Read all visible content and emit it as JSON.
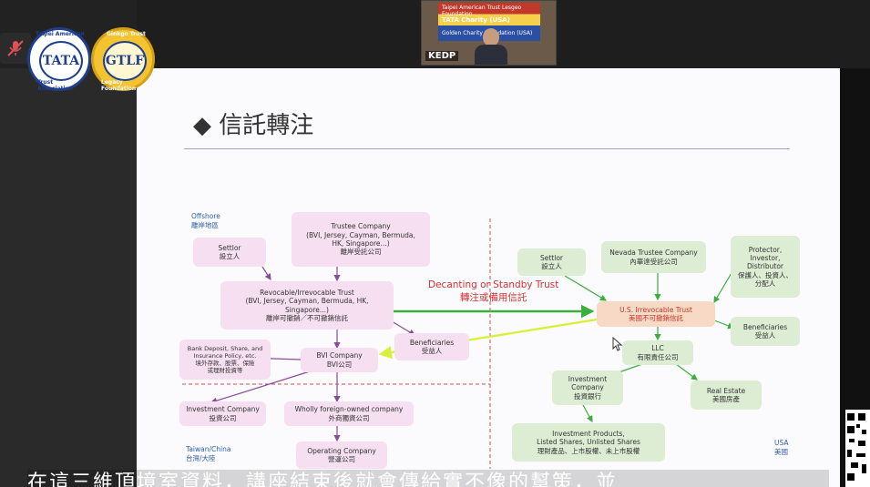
{
  "meeting": {
    "participant_name": "KEDP",
    "banner_lines": [
      "Taipei American Trust Lesgeo Foundation",
      "TATA Charity (USA)",
      "Golden Charity Foundation (USA)"
    ],
    "caption_text": "在這三維頂境室資料，講座結束後就會傳給實不像的幫策，並"
  },
  "logos": {
    "tata": {
      "text": "TATA",
      "ring_top": "Taipei American",
      "ring_bottom": "Trust Association"
    },
    "gtlf": {
      "text": "GTLF",
      "ring_top": "Ginkgo Trust",
      "ring_bottom": "Legacy Foundation"
    }
  },
  "slide": {
    "title": "◆ 信託轉注",
    "offshore_label": [
      "Offshore",
      "離岸地區"
    ],
    "taiwan_label": [
      "Taiwan/China",
      "台灣/大陸"
    ],
    "usa_label": [
      "USA",
      "美國"
    ],
    "decanting": [
      "Decanting or Standby Trust",
      "轉注或備用信託"
    ],
    "left_boxes": {
      "settlor": [
        "Settlor",
        "設立人"
      ],
      "trustee": [
        "Trustee Company",
        "(BVI, Jersey, Cayman, Bermuda,",
        "HK, Singapore...)",
        "離岸受託公司"
      ],
      "revocable": [
        "Revocable/Irrevocable Trust",
        "(BVI, Jersey, Cayman, Bermuda, HK,",
        "Singapore...)",
        "離岸可撤銷／不可撤銷信託"
      ],
      "beneficiaries": [
        "Beneficiaries",
        "受益人"
      ],
      "bank": [
        "Bank Deposit, Share, and",
        "Insurance Policy, etc.",
        "境外存款、股票、保險",
        "或理財投資等"
      ],
      "bvi": [
        "BVI Company",
        "BVI公司"
      ],
      "investment": [
        "Investment Company",
        "投資公司"
      ],
      "wfoe": [
        "Wholly foreign-owned company",
        "外商獨資公司"
      ],
      "operating": [
        "Operating Company",
        "營運公司"
      ]
    },
    "right_boxes": {
      "settlor": [
        "Settlor",
        "設立人"
      ],
      "nevada": [
        "Nevada Trustee Company",
        "內華達受託公司"
      ],
      "protector": [
        "Protector,",
        "Investor,",
        "Distributor",
        "保護人、投資人、",
        "分配人"
      ],
      "irrevocable": [
        "U.S. Irrevocable Trust",
        "美國不可撤銷信託"
      ],
      "beneficiaries": [
        "Beneficiaries",
        "受益人"
      ],
      "llc": [
        "LLC",
        "有限責任公司"
      ],
      "investment": [
        "Investment",
        "Company",
        "投資銀行"
      ],
      "real_estate": [
        "Real Estate",
        "美國房產"
      ],
      "products": [
        "Investment Products,",
        "Listed Shares, Unlisted Shares",
        "理財產品、上市股權、未上市股權"
      ]
    }
  },
  "colors": {
    "arrow_left": "#8a4a9c",
    "arrow_right": "#3cae3c",
    "arrow_yellow": "#d8ef3c",
    "divider": "#d04b4b"
  }
}
